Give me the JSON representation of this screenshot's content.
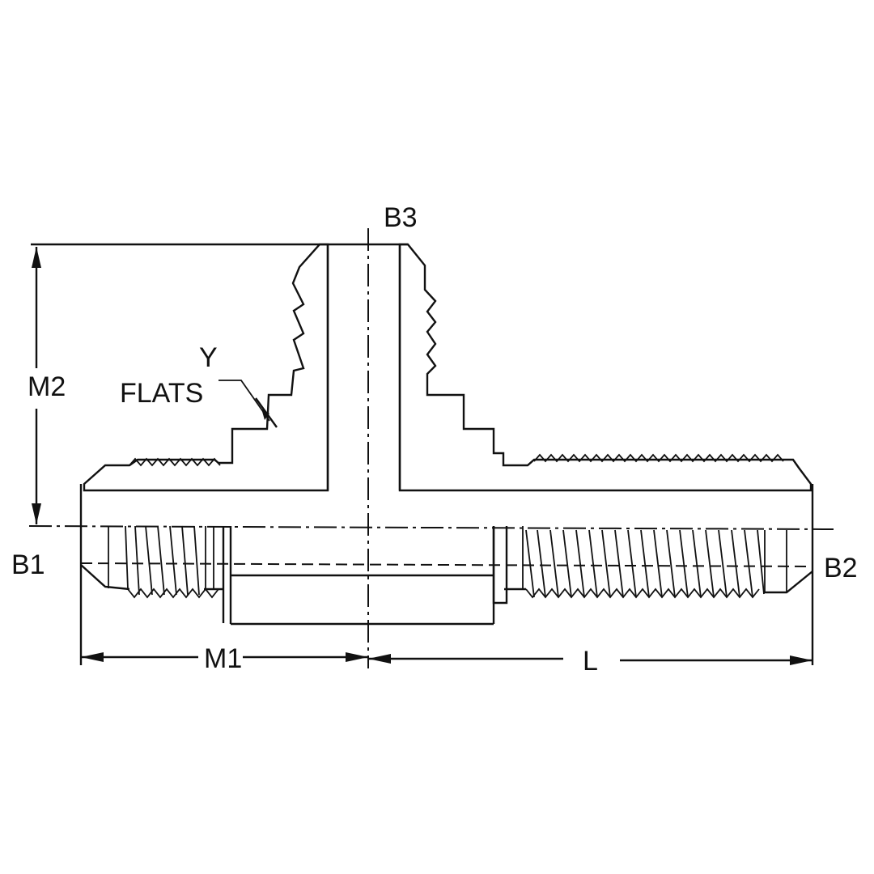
{
  "drawing": {
    "title": "Male JIC Branch Tee fitting cross-section",
    "labels": {
      "b3": "B3",
      "b1": "B1",
      "b2": "B2",
      "m1": "M1",
      "m2": "M2",
      "l": "L",
      "y": "Y",
      "flats": "FLATS"
    },
    "colors": {
      "line": "#111111",
      "background": "#ffffff"
    }
  }
}
